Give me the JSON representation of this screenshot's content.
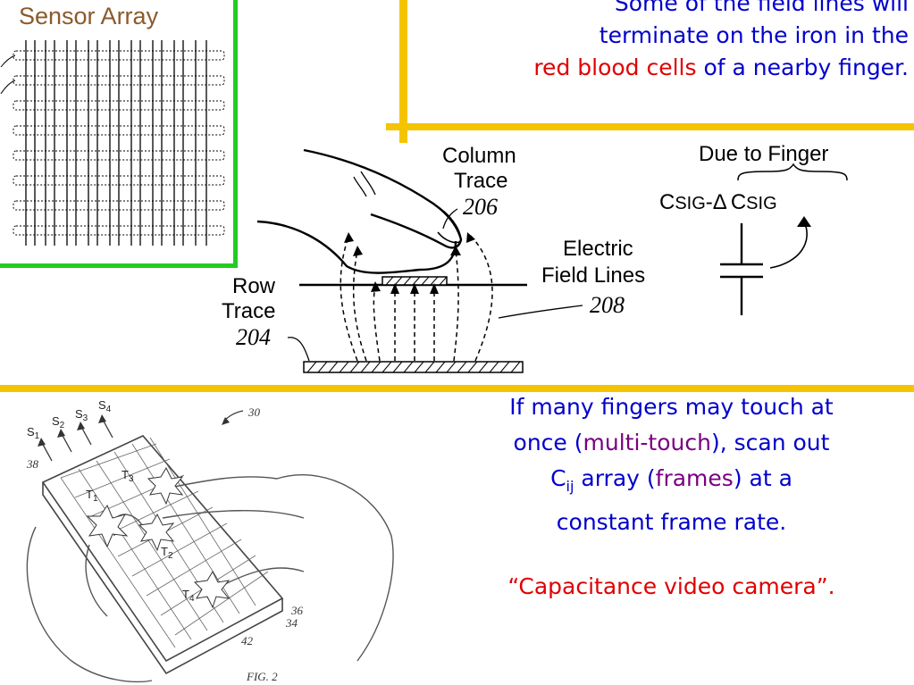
{
  "top_caption": {
    "line1": "Some of the field lines will",
    "line2": "terminate on the iron in the",
    "line3_red": "red blood cells",
    "line3_rest": " of a nearby finger."
  },
  "sensor_array": {
    "title": "Sensor Array"
  },
  "finger_diagram": {
    "column_trace": "Column",
    "column_trace_2": "Trace",
    "column_trace_num": "206",
    "electric_field": "Electric",
    "electric_field_2": "Field Lines",
    "electric_field_num": "208",
    "row_trace": "Row",
    "row_trace_2": "Trace",
    "row_trace_num": "204",
    "due_to_finger": "Due to Finger",
    "c_sig_1": "C",
    "sub_sig_1": "SIG",
    "delta": "-Δ",
    "c_sig_2": "C",
    "sub_sig_2": "SIG"
  },
  "multitouch_figure": {
    "s1": "S",
    "s1_sub": "1",
    "s2": "S",
    "s2_sub": "2",
    "s3": "S",
    "s3_sub": "3",
    "s4": "S",
    "s4_sub": "4",
    "ref_30": "30",
    "ref_38": "38",
    "t1": "T",
    "t1_sub": "1",
    "t2": "T",
    "t2_sub": "2",
    "t3": "T",
    "t3_sub": "3",
    "t4": "T",
    "t4_sub": "4",
    "ref_36": "36",
    "ref_34": "34",
    "ref_42": "42",
    "fig_label": "FIG. 2"
  },
  "bottom_caption": {
    "l1": "If many fingers may touch at",
    "l2_a": "once (",
    "l2_b": "multi-touch",
    "l2_c": "), scan out",
    "l3_a": "C",
    "l3_sub": "ij",
    "l3_b": " array (",
    "l3_c": "frames",
    "l3_d": ") at a",
    "l4": "constant frame rate.",
    "quote": "“Capacitance video camera”."
  },
  "colors": {
    "rule_yellow": "#f5c400",
    "sensor_border_green": "#22cc22",
    "caption_blue": "#0000cc",
    "highlight_red": "#e00000",
    "highlight_purple": "#7a0080",
    "sensor_title_brown": "#8b5a2b"
  }
}
